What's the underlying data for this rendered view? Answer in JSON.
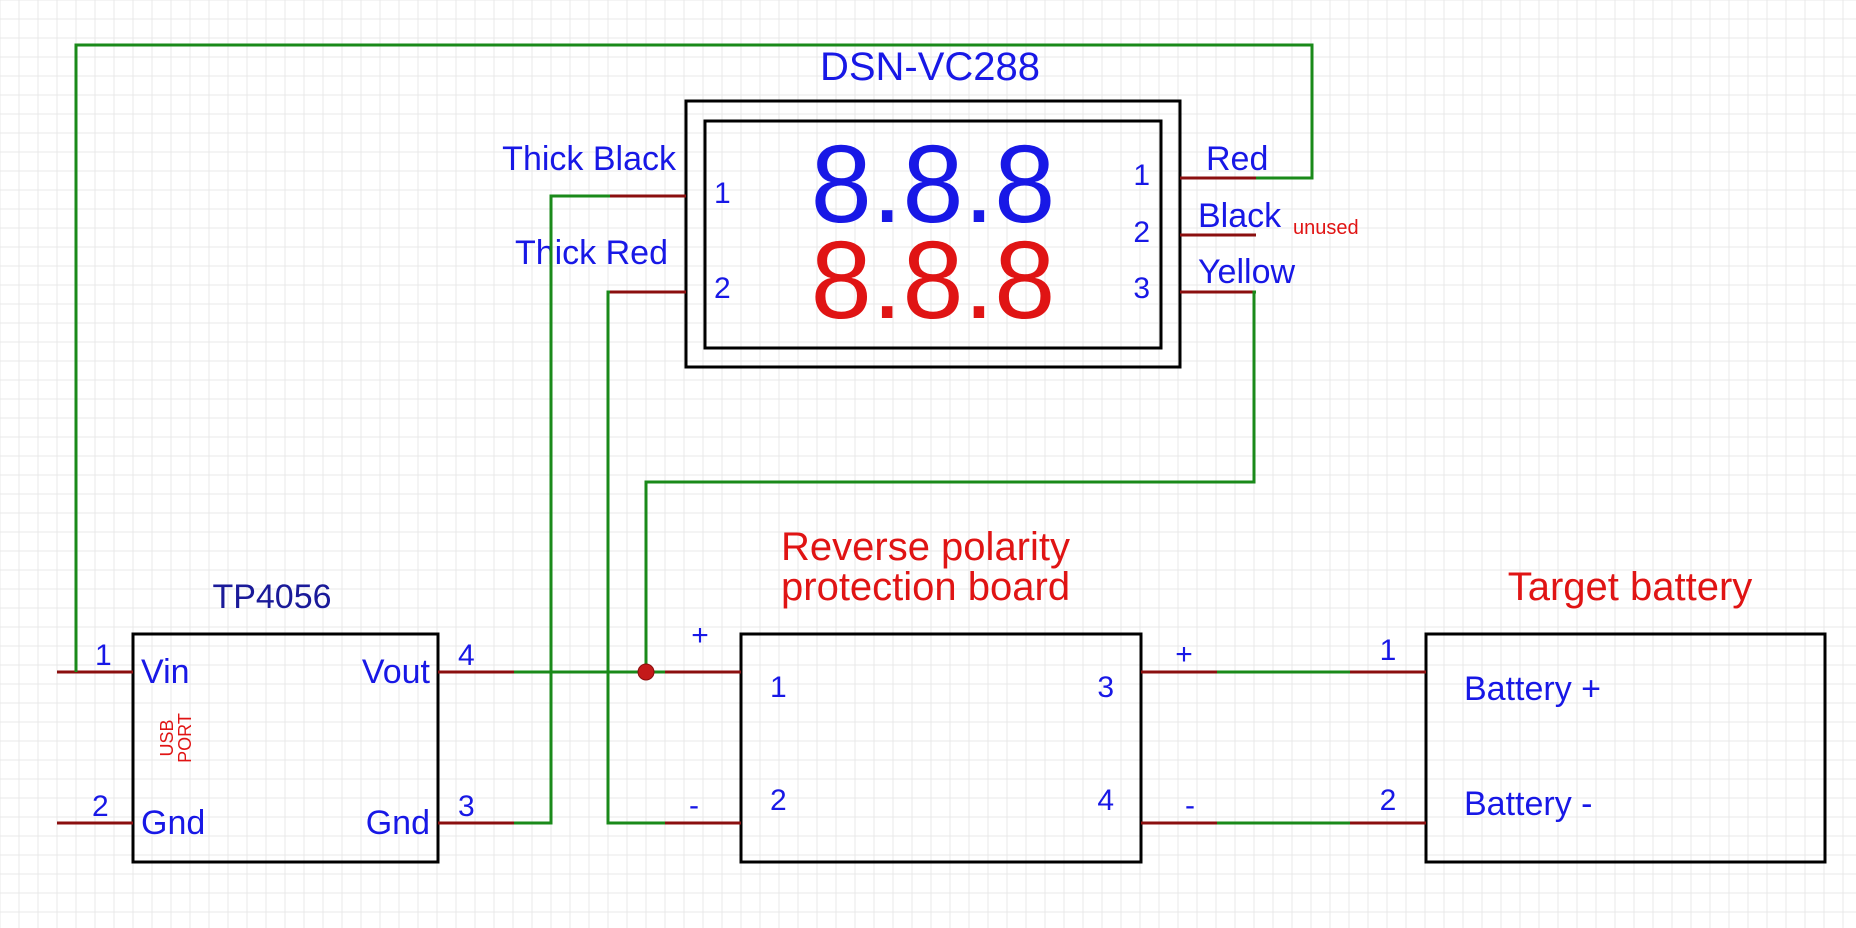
{
  "colors": {
    "label_blue": "#1818e6",
    "label_red": "#e01414",
    "wire_green": "#1a8a1a",
    "pin_darkred": "#8b0f0f",
    "box_black": "#000000"
  },
  "dsn": {
    "title": "DSN-VC288",
    "digits_top": "8.8.8",
    "digits_bottom": "8.8.8",
    "left_pins": [
      {
        "num": "1",
        "label": "Thick Black"
      },
      {
        "num": "2",
        "label": "Thick Red"
      }
    ],
    "right_pins": [
      {
        "num": "1",
        "label": "Red"
      },
      {
        "num": "2",
        "label": "Black",
        "note": "unused"
      },
      {
        "num": "3",
        "label": "Yellow"
      }
    ]
  },
  "tp4056": {
    "title": "TP4056",
    "pins": [
      {
        "num": "1",
        "label": "Vin"
      },
      {
        "num": "2",
        "label": "Gnd"
      },
      {
        "num": "4",
        "label": "Vout"
      },
      {
        "num": "3",
        "label": "Gnd"
      }
    ],
    "usb_line1": "USB",
    "usb_line2": "PORT"
  },
  "protection": {
    "title_line1": "Reverse polarity",
    "title_line2": "protection board",
    "pins": [
      {
        "num": "1",
        "sign": "+"
      },
      {
        "num": "2",
        "sign": "-"
      },
      {
        "num": "3",
        "sign": "+"
      },
      {
        "num": "4",
        "sign": "-"
      }
    ]
  },
  "battery": {
    "title": "Target battery",
    "pins": [
      {
        "num": "1",
        "label": "Battery +"
      },
      {
        "num": "2",
        "label": "Battery -"
      }
    ]
  }
}
